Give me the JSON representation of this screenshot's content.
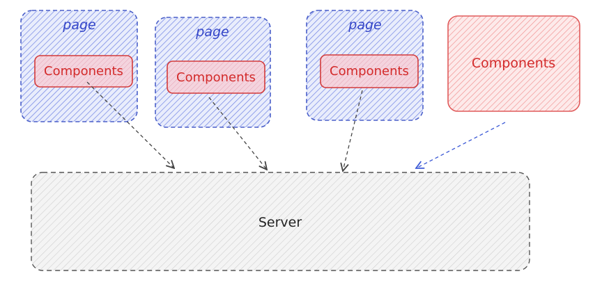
{
  "diagram": {
    "pages": [
      {
        "label": "page",
        "component_label": "Components"
      },
      {
        "label": "page",
        "component_label": "Components"
      },
      {
        "label": "page",
        "component_label": "Components"
      }
    ],
    "standalone_component": {
      "label": "Components"
    },
    "server": {
      "label": "Server"
    }
  },
  "colors": {
    "page_stroke": "#4a5fc9",
    "page_hatch": "#6f82e3",
    "page_fill": "#e9edfc",
    "page_label": "#3345c8",
    "component_stroke": "#d33a3a",
    "component_fill": "#f4d4de",
    "component_label": "#d32a2a",
    "standalone_stroke": "#e05b5b",
    "standalone_hatch": "#f08e8e",
    "standalone_fill": "#fdeaea",
    "server_stroke": "#555555",
    "server_hatch": "#cfcfcf",
    "server_fill": "#f4f4f4",
    "server_label": "#222222",
    "arrow_dark": "#444444",
    "arrow_blue": "#3d5ad6"
  }
}
